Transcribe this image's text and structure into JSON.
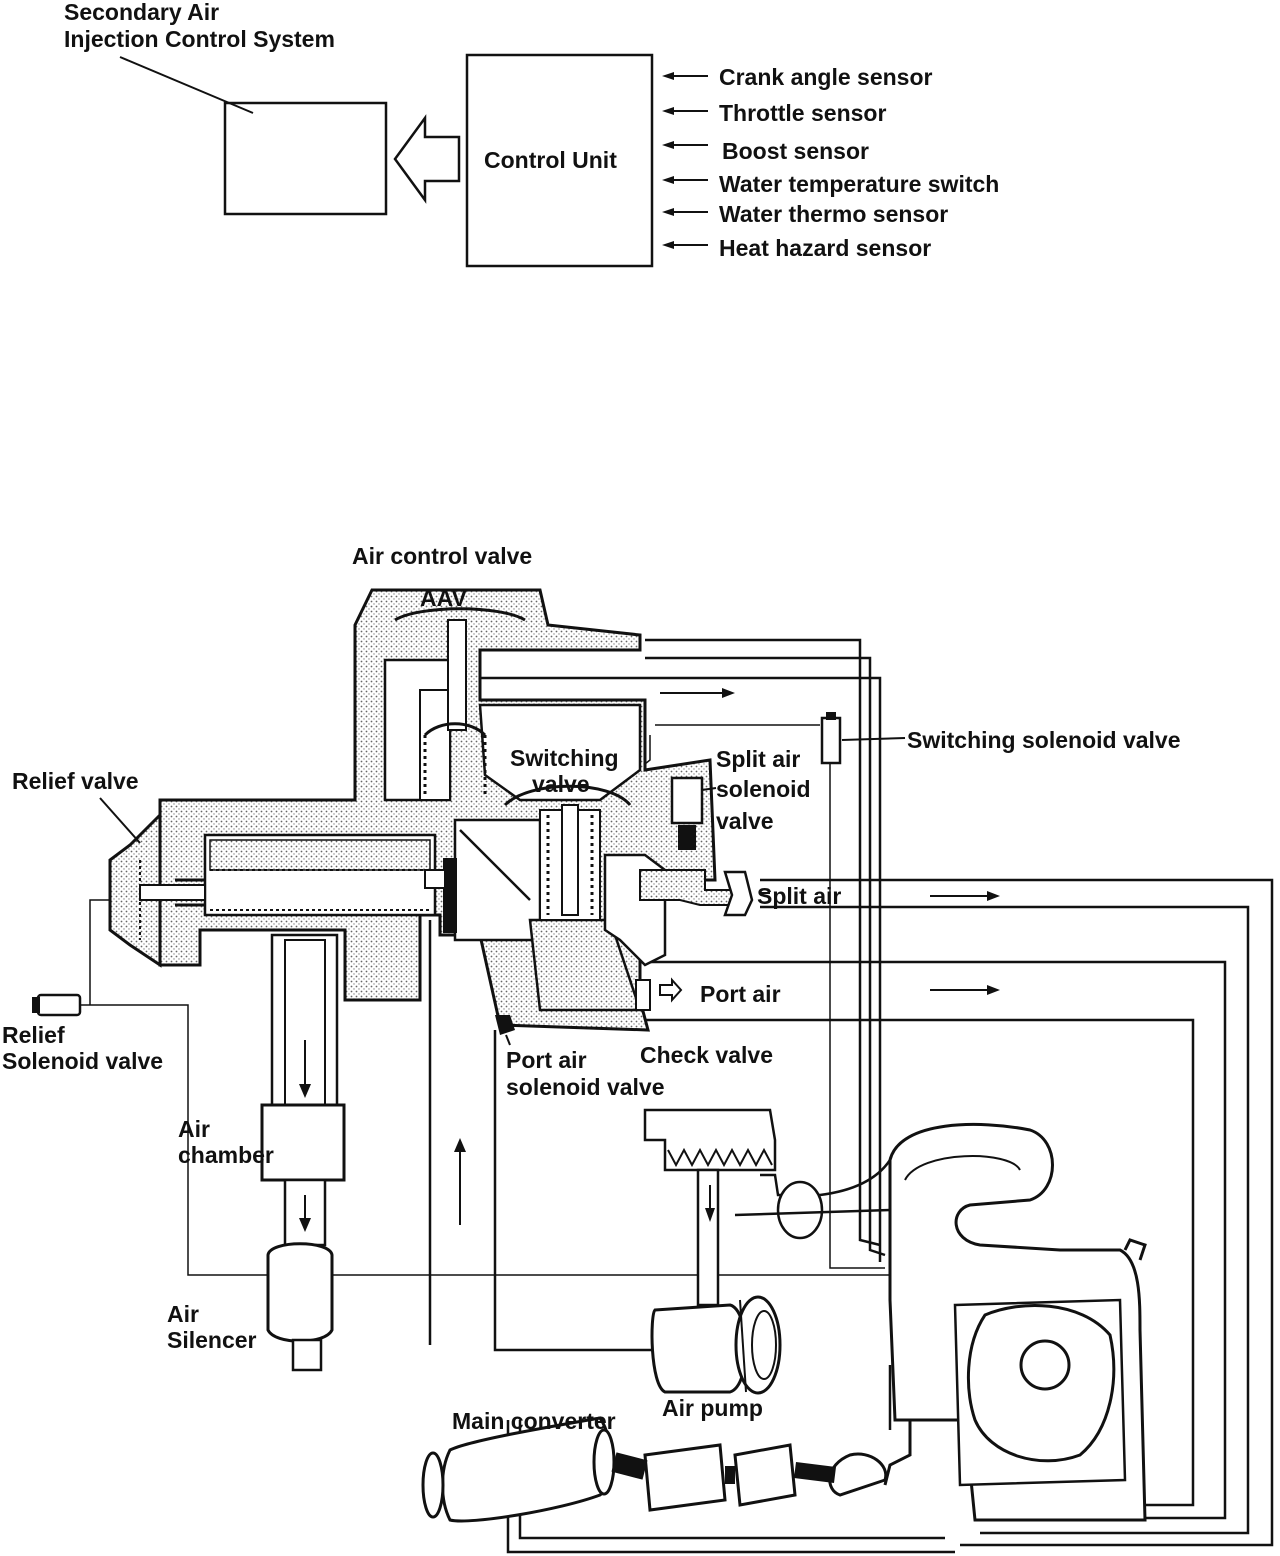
{
  "top_diagram": {
    "system_label_line1": "Secondary Air",
    "system_label_line2": "Injection Control System",
    "control_unit_label": "Control Unit",
    "sensors": [
      "Crank angle sensor",
      "Throttle sensor",
      "Boost sensor",
      "Water temperature switch",
      "Water thermo sensor",
      "Heat hazard sensor"
    ]
  },
  "bottom_diagram": {
    "air_control_valve": "Air control valve",
    "aav": "AAV",
    "switching_valve_line1": "Switching",
    "switching_valve_line2": "valve",
    "switching_solenoid_valve": "Switching solenoid valve",
    "split_air_solenoid_line1": "Split air",
    "split_air_solenoid_line2": "solenoid",
    "split_air_solenoid_line3": "valve",
    "split_air": "Split air",
    "port_air": "Port air",
    "check_valve": "Check valve",
    "port_air_solenoid_line1": "Port air",
    "port_air_solenoid_line2": "solenoid valve",
    "relief_valve": "Relief valve",
    "relief_solenoid_line1": "Relief",
    "relief_solenoid_line2": "Solenoid valve",
    "air_chamber_line1": "Air",
    "air_chamber_line2": "chamber",
    "air_silencer_line1": "Air",
    "air_silencer_line2": "Silencer",
    "air_pump": "Air pump",
    "main_converter": "Main converter"
  }
}
